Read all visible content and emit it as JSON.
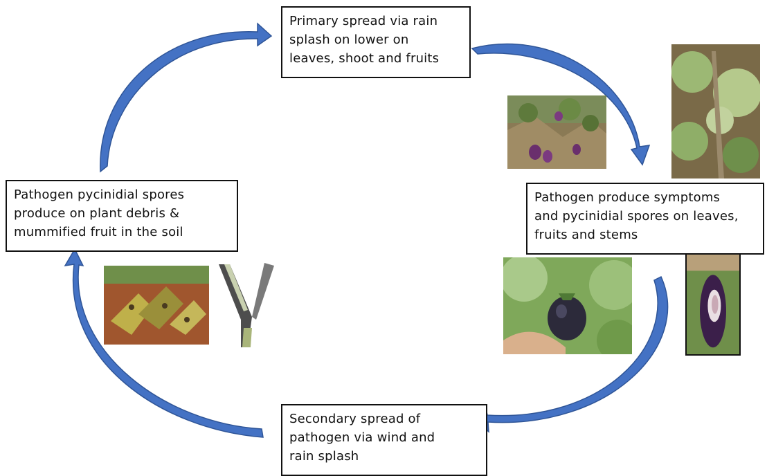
{
  "stages": {
    "primary": "Primary  spread via rain\nsplash on lower on\nleaves, shoot and fruits",
    "symptoms": "Pathogen  produce symptoms\nand pycinidial  spores on leaves,\nfruits and stems",
    "secondary": "Secondary  spread of\npathogen via  wind and\nrain splash",
    "spores": "Pathogen pycinidial  spores\nproduce on plant  debris &\nmummified  fruit  in the soil"
  },
  "colors": {
    "arrow": "#4472c4",
    "arrow_dark": "#2f5597",
    "box_border": "#111111"
  },
  "photos": [
    "photo-fruits-on-plant",
    "photo-infected-stem",
    "photo-rotten-fruit-in-hand",
    "photo-cut-fruit-lesion",
    "photo-debris-in-soil",
    "photo-mummified-stem"
  ]
}
